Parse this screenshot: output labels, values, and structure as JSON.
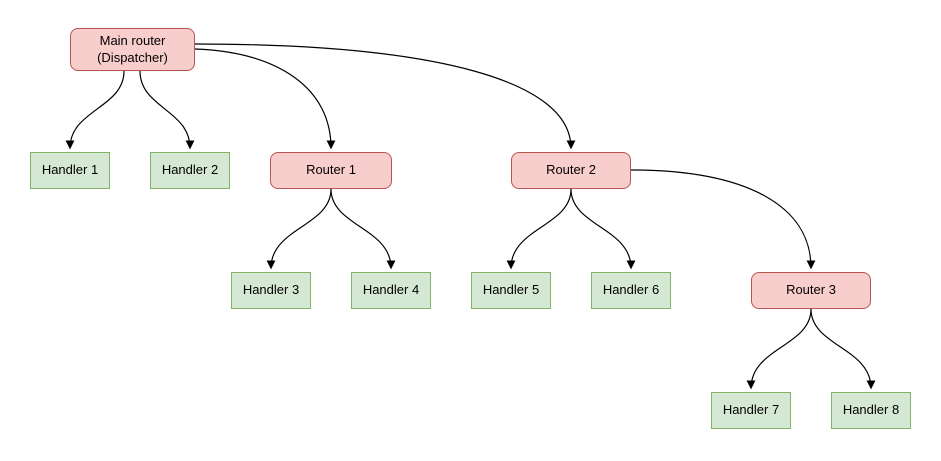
{
  "diagram": {
    "colors": {
      "background": "#ffffff",
      "router_fill": "#f8cecc",
      "router_border": "#b85450",
      "handler_fill": "#d5e8d4",
      "handler_border": "#82b366",
      "edge": "#000000"
    },
    "nodes": [
      {
        "id": "main-router",
        "label": "Main router\n(Dispatcher)",
        "kind": "router"
      },
      {
        "id": "handler-1",
        "label": "Handler 1",
        "kind": "handler"
      },
      {
        "id": "handler-2",
        "label": "Handler 2",
        "kind": "handler"
      },
      {
        "id": "router-1",
        "label": "Router 1",
        "kind": "router"
      },
      {
        "id": "router-2",
        "label": "Router 2",
        "kind": "router"
      },
      {
        "id": "handler-3",
        "label": "Handler 3",
        "kind": "handler"
      },
      {
        "id": "handler-4",
        "label": "Handler 4",
        "kind": "handler"
      },
      {
        "id": "handler-5",
        "label": "Handler 5",
        "kind": "handler"
      },
      {
        "id": "handler-6",
        "label": "Handler 6",
        "kind": "handler"
      },
      {
        "id": "router-3",
        "label": "Router 3",
        "kind": "router"
      },
      {
        "id": "handler-7",
        "label": "Handler 7",
        "kind": "handler"
      },
      {
        "id": "handler-8",
        "label": "Handler 8",
        "kind": "handler"
      }
    ],
    "edges": [
      {
        "from": "main-router",
        "to": "handler-1"
      },
      {
        "from": "main-router",
        "to": "handler-2"
      },
      {
        "from": "main-router",
        "to": "router-1"
      },
      {
        "from": "main-router",
        "to": "router-2"
      },
      {
        "from": "router-1",
        "to": "handler-3"
      },
      {
        "from": "router-1",
        "to": "handler-4"
      },
      {
        "from": "router-2",
        "to": "handler-5"
      },
      {
        "from": "router-2",
        "to": "handler-6"
      },
      {
        "from": "router-2",
        "to": "router-3"
      },
      {
        "from": "router-3",
        "to": "handler-7"
      },
      {
        "from": "router-3",
        "to": "handler-8"
      }
    ]
  }
}
